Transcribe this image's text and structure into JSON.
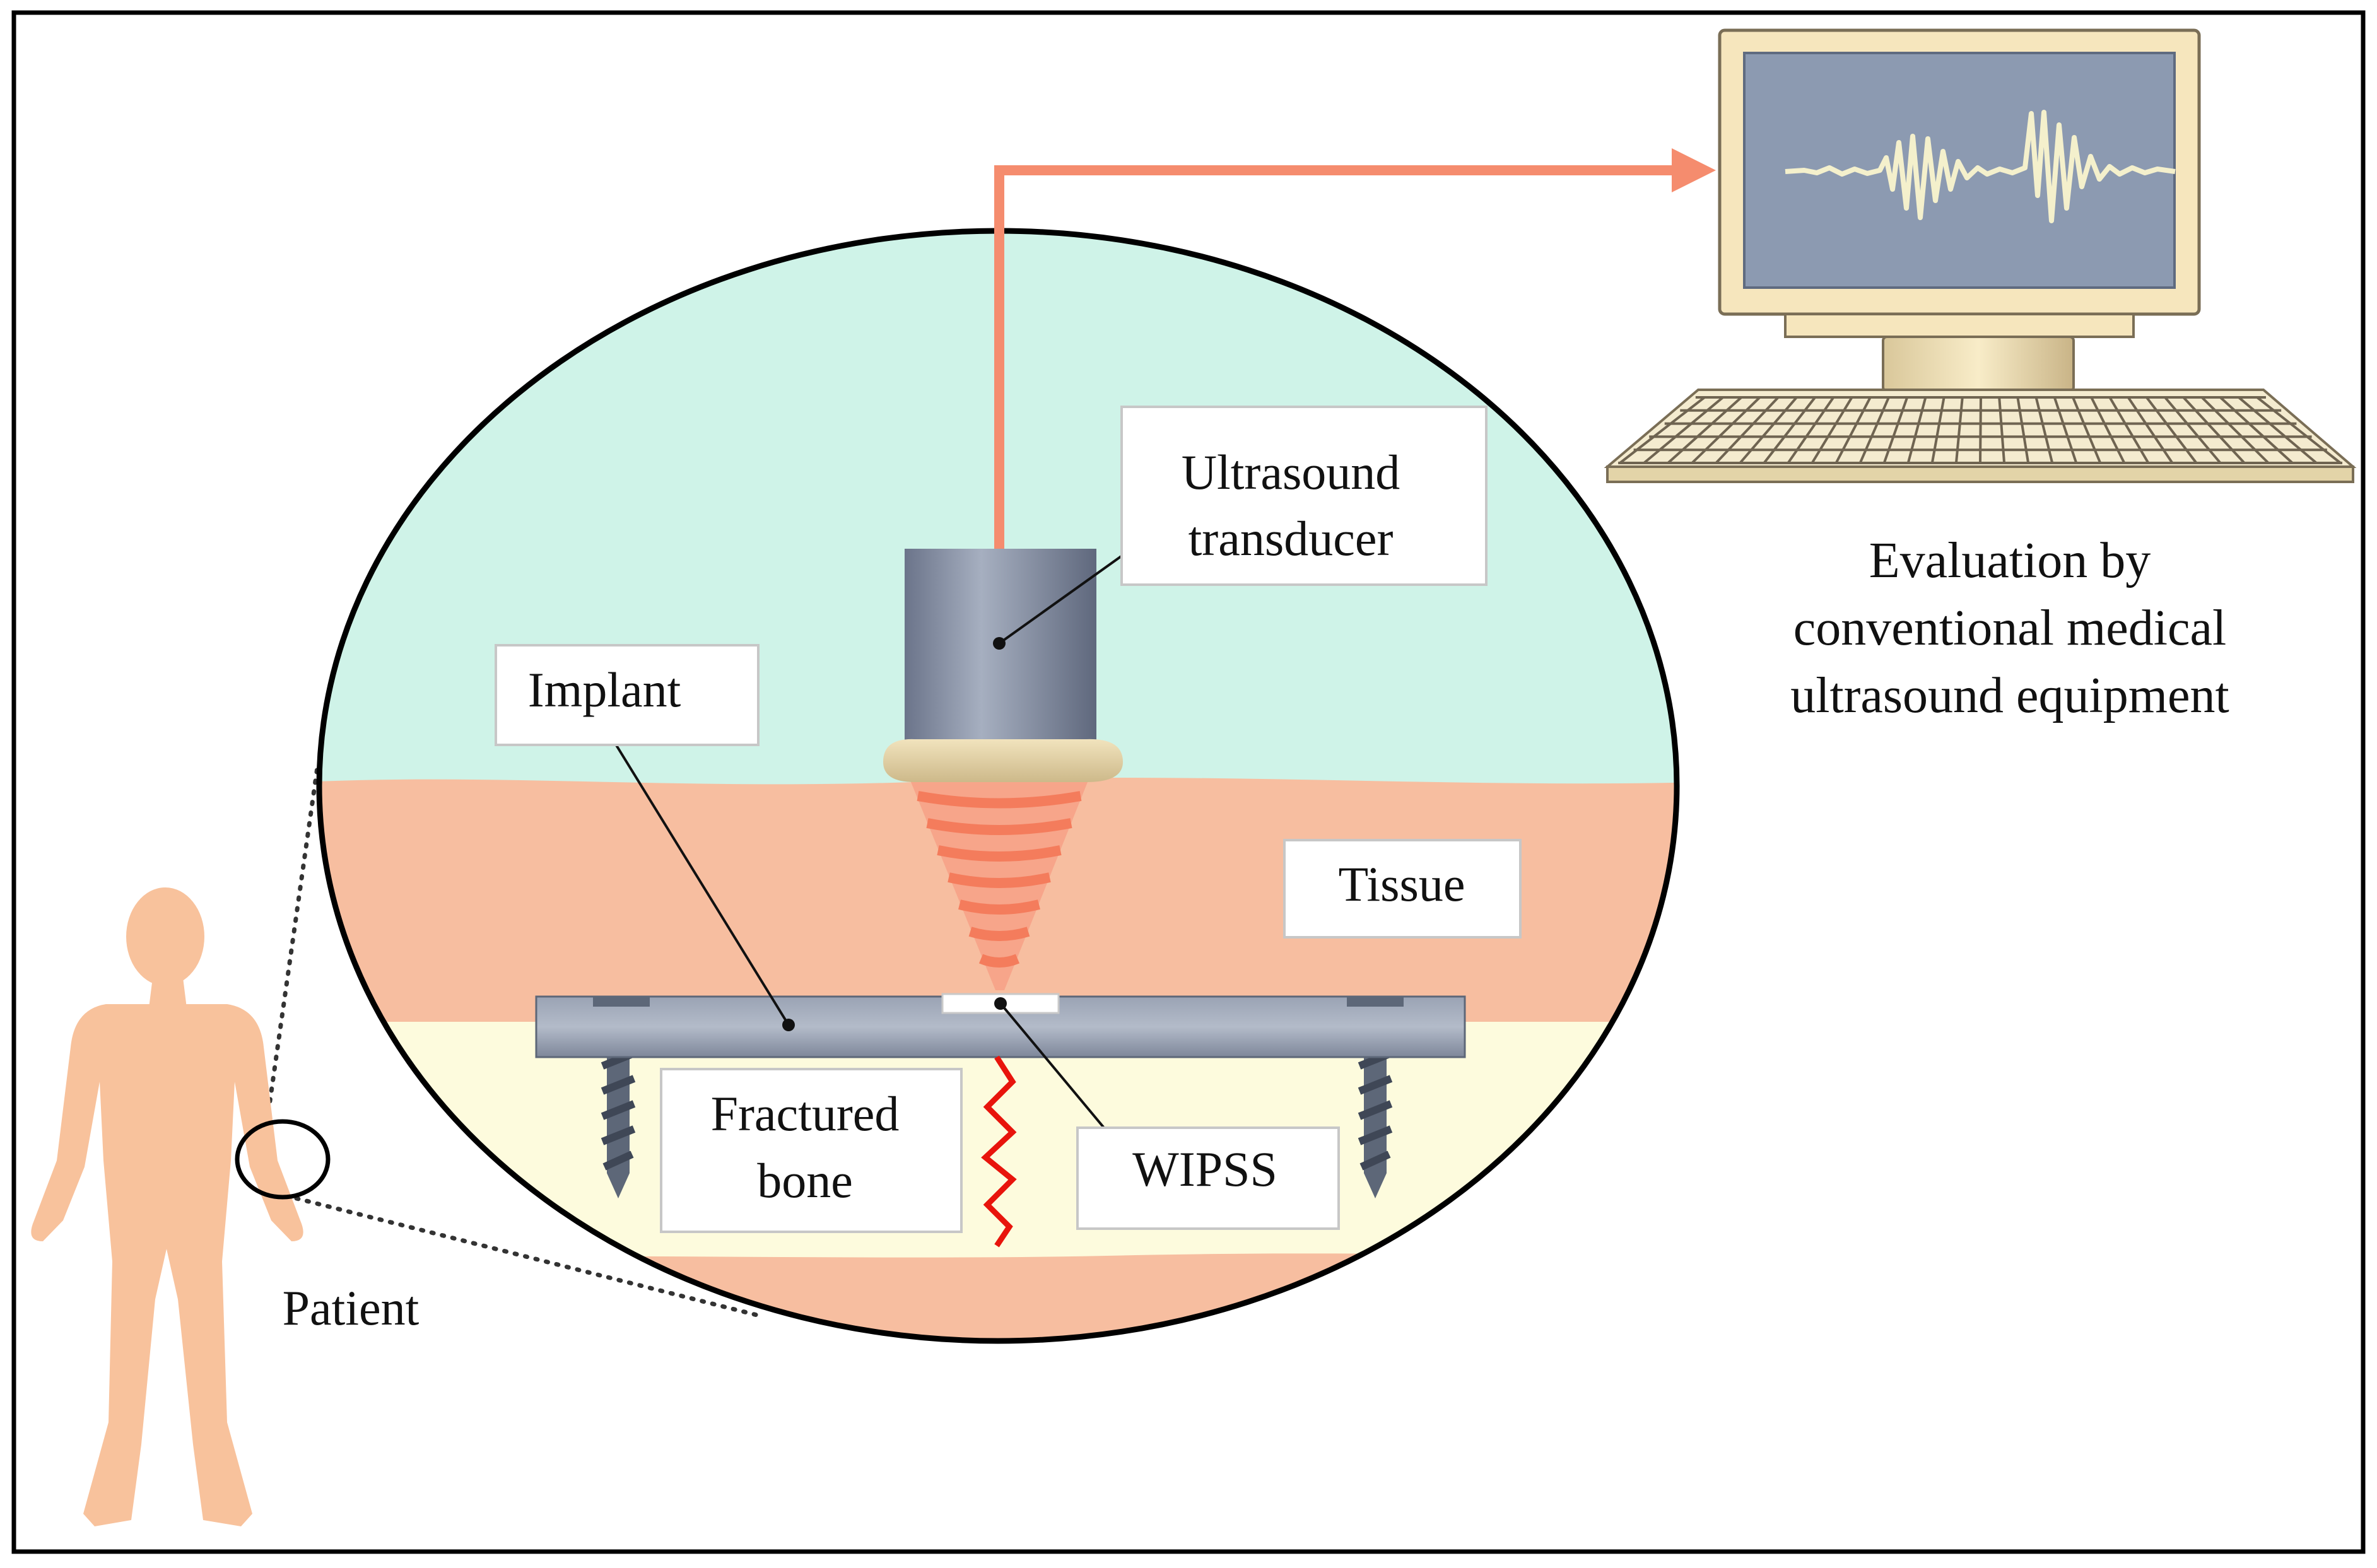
{
  "labels": {
    "ultrasound_transducer": [
      "Ultrasound",
      "transducer"
    ],
    "implant": "Implant",
    "tissue": "Tissue",
    "fractured_bone": [
      "Fractured",
      "bone"
    ],
    "wipss": "WIPSS",
    "patient": "Patient",
    "evaluation": [
      "Evaluation by",
      "conventional medical",
      "ultrasound equipment"
    ]
  },
  "colors": {
    "outer_medium": "#cff3e8",
    "tissue": "#f7bea0",
    "bone": "#fdfbdd",
    "implant_plate": "#8d97aa",
    "transducer_body": "#7e889e",
    "signal_line": "#f58c6e",
    "screen": "#8c9ab1",
    "monitor_frame": "#f6e6bd",
    "crack": "#e8140c",
    "patient_body": "#f8c29c"
  }
}
